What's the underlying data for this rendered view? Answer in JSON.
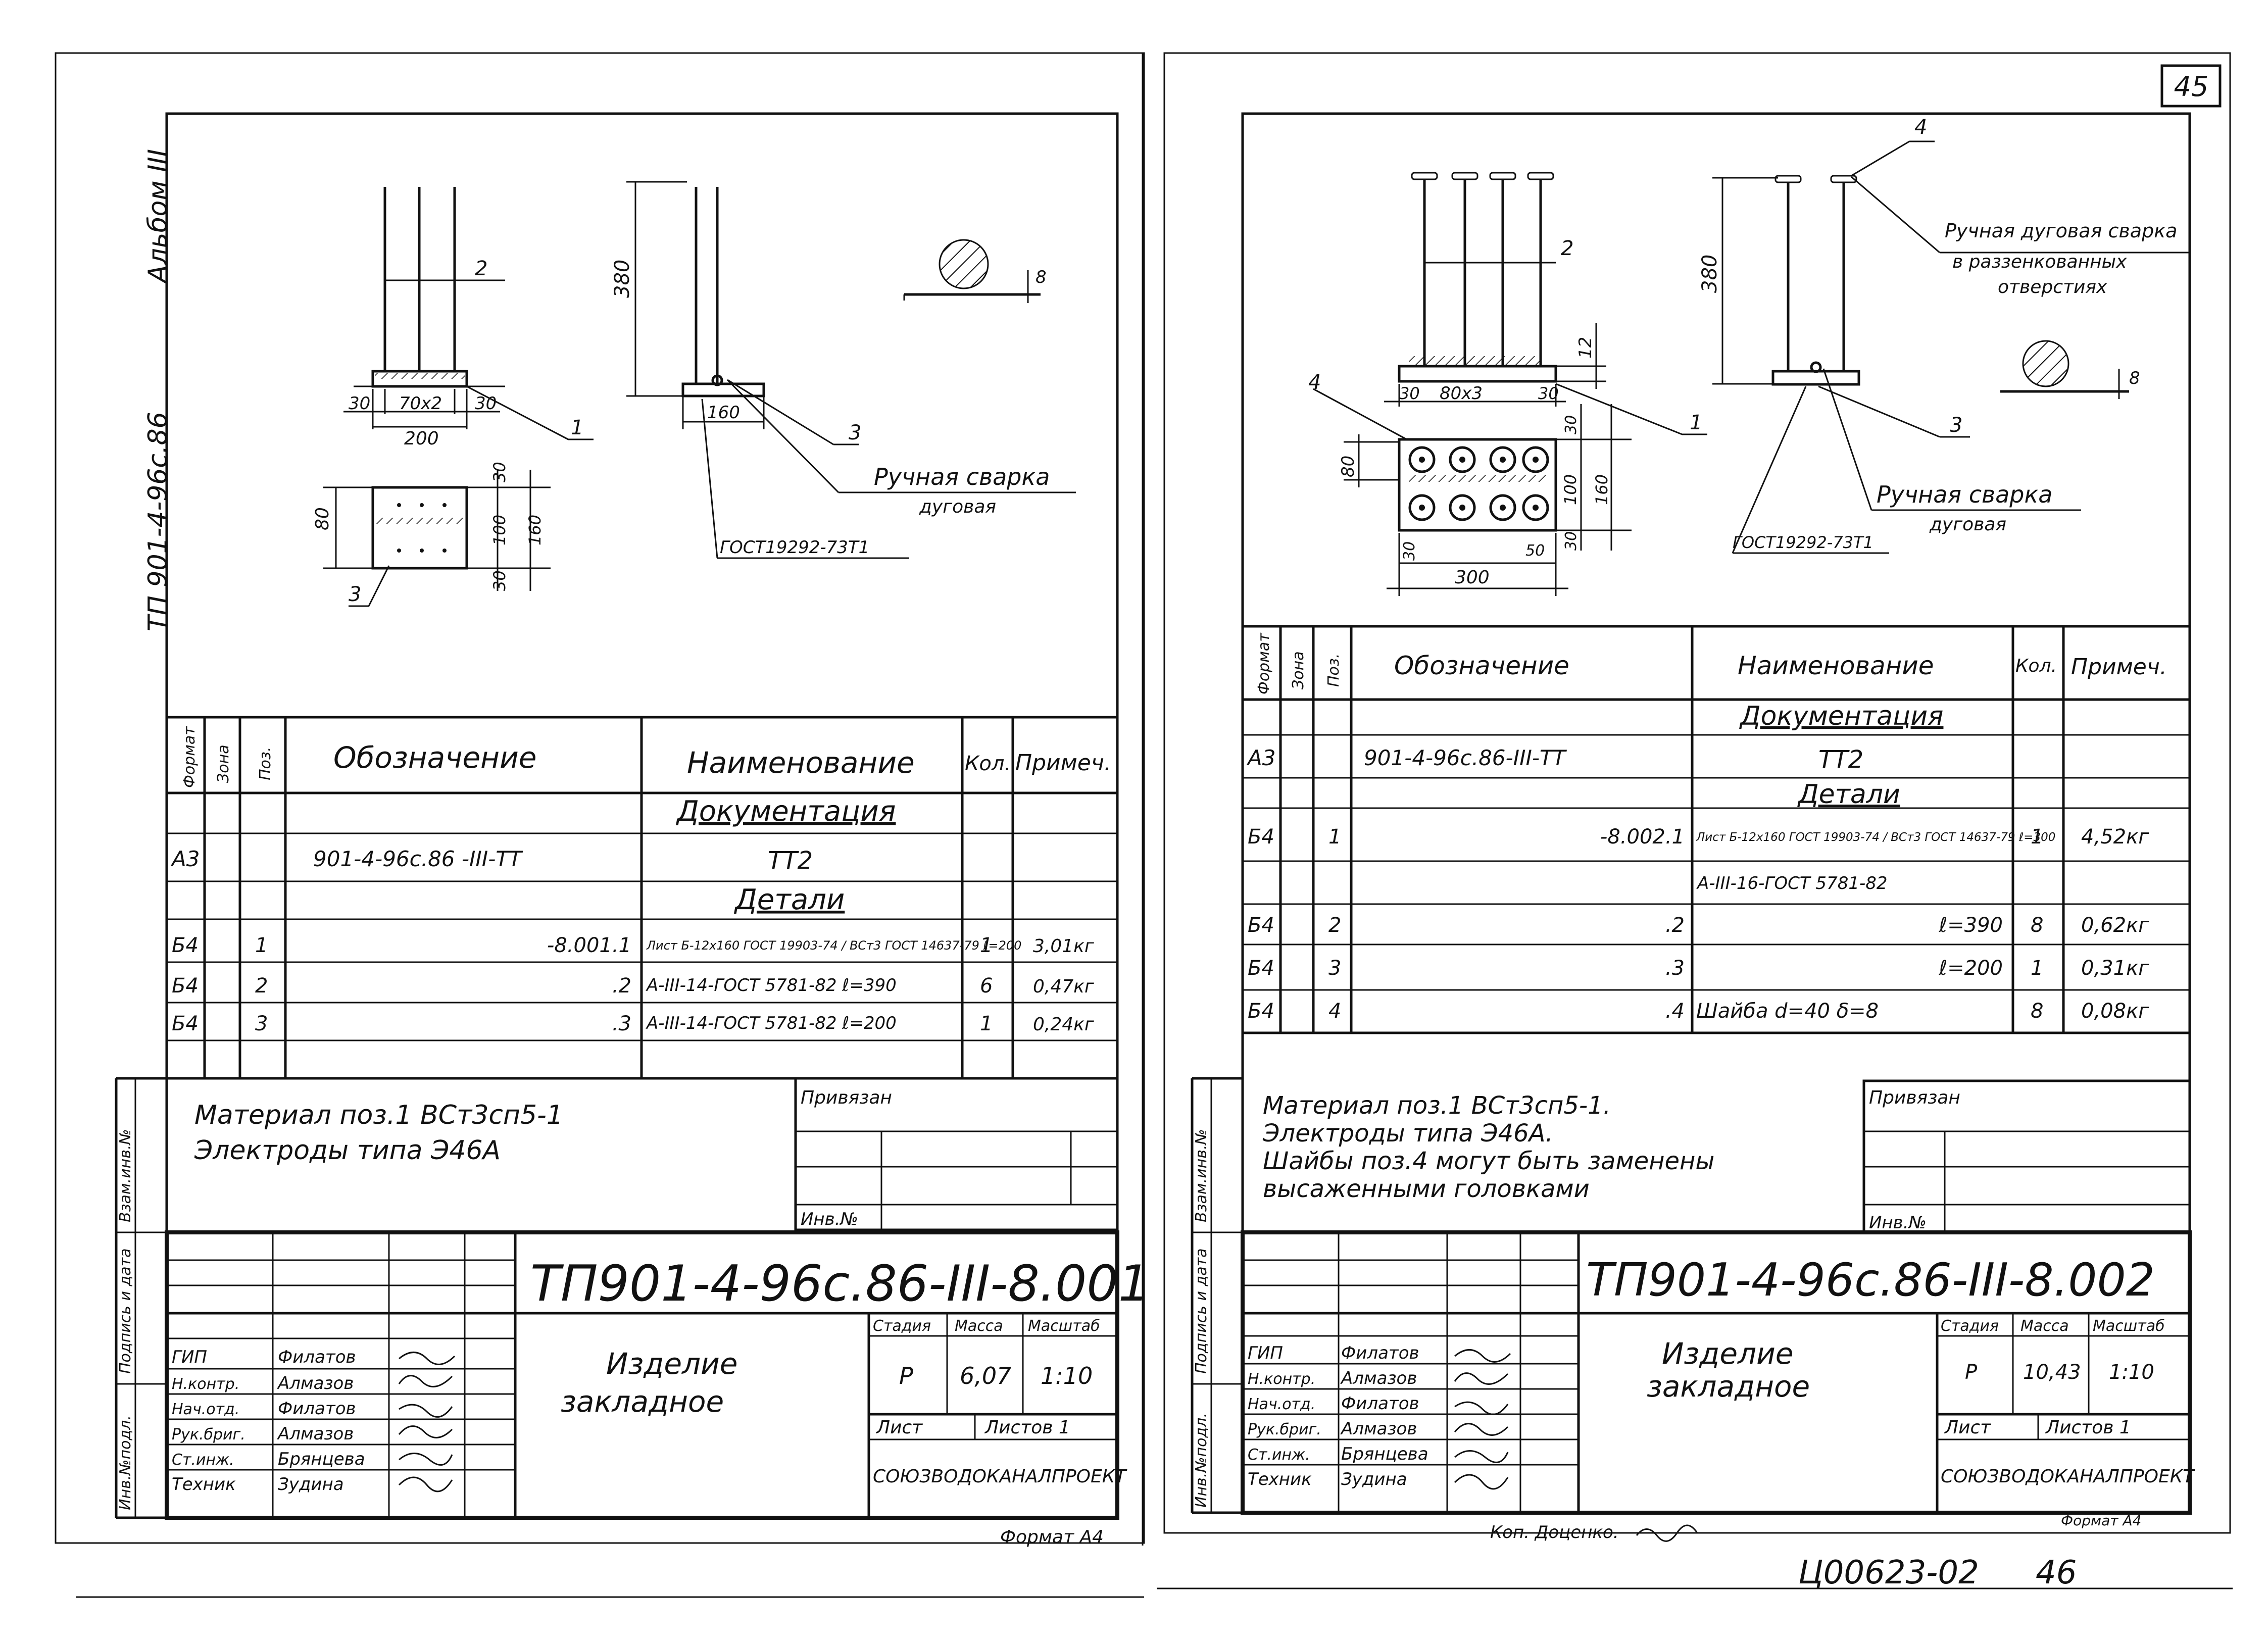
{
  "page_number": "45",
  "album_label": "Альбом III",
  "series_label": "ТП 901-4-96с.86",
  "left": {
    "drawing_labels": {
      "pos2": "2",
      "pos1": "1",
      "pos3": "3",
      "pos3b": "3",
      "dim_30a": "30",
      "dim_70x2": "70x2",
      "dim_30b": "30",
      "dim_200": "200",
      "dim_380": "380",
      "dim_160": "160",
      "dim_80": "80",
      "dim_100": "100",
      "dim_160v": "160",
      "dim_30c": "30",
      "dim_30d": "30",
      "weld_8": "8",
      "weld_note": "Ручная сварка",
      "weld_note2": "дуговая",
      "gost_label": "ГОСТ19292-73Т1"
    },
    "table": {
      "headers": {
        "format": "Формат",
        "zone": "Зона",
        "pos": "Поз.",
        "designation": "Обозначение",
        "name": "Наименование",
        "qty": "Кол.",
        "note": "Примеч."
      },
      "section_docs": "Документация",
      "doc_row": {
        "format": "А3",
        "designation": "901-4-96с.86 -III-ТТ",
        "name": "ТТ2"
      },
      "section_parts": "Детали",
      "rows": [
        {
          "format": "Б4",
          "pos": "1",
          "designation": "-8.001.1",
          "name": "Лист Б-12х160 ГОСТ 19903-74 / ВСт3 ГОСТ 14637-79 ℓ=200",
          "qty": "1",
          "note": "3,01кг"
        },
        {
          "format": "Б4",
          "pos": "2",
          "designation": ".2",
          "name": "А-III-14-ГОСТ 5781-82 ℓ=390",
          "qty": "6",
          "note": "0,47кг"
        },
        {
          "format": "Б4",
          "pos": "3",
          "designation": ".3",
          "name": "А-III-14-ГОСТ 5781-82 ℓ=200",
          "qty": "1",
          "note": "0,24кг"
        }
      ]
    },
    "notes": [
      "Материал поз.1 ВСт3сп5-1",
      "Электроды типа Э46А"
    ],
    "privyazan": "Привязан",
    "inv_no": "Инв.№",
    "side_labels": [
      "Взам.инв.№",
      "Подпись и дата",
      "Инв.№подл."
    ],
    "stamp": {
      "code": "ТП901-4-96с.86-III-8.001",
      "title_line1": "Изделие",
      "title_line2": "закладное",
      "stage_label": "Стадия",
      "mass_label": "Масса",
      "scale_label": "Масштаб",
      "stage": "Р",
      "mass": "6,07",
      "scale": "1:10",
      "sheet_label": "Лист",
      "sheets_label": "Листов 1",
      "org": "СОЮЗВОДОКАНАЛПРОЕКТ",
      "people": [
        {
          "role": "ГИП",
          "name": "Филатов"
        },
        {
          "role": "Н.контр.",
          "name": "Алмазов"
        },
        {
          "role": "Нач.отд.",
          "name": "Филатов"
        },
        {
          "role": "Рук.бриг.",
          "name": "Алмазов"
        },
        {
          "role": "Ст.инж.",
          "name": "Брянцева"
        },
        {
          "role": "Техник",
          "name": "Зудина"
        }
      ]
    },
    "format": "Формат А4"
  },
  "right": {
    "drawing_labels": {
      "pos4top": "4",
      "pos2": "2",
      "pos4": "4",
      "pos1": "1",
      "pos3": "3",
      "dim_380": "380",
      "dim_12": "12",
      "dim_30a": "30",
      "dim_80x3": "80x3",
      "dim_30b": "30",
      "dim_80": "80",
      "dim_30c": "30",
      "dim_100": "100",
      "dim_160": "160",
      "dim_30d": "30",
      "dim_50": "50",
      "dim_30e": "30",
      "dim_300": "300",
      "weld_8": "8",
      "weld_top1": "Ручная дуговая сварка",
      "weld_top2": "в раззенкованных",
      "weld_top3": "отверстиях",
      "weld_note": "Ручная сварка",
      "weld_note2": "дуговая",
      "gost_label": "ГОСТ19292-73Т1"
    },
    "table": {
      "headers": {
        "format": "Формат",
        "zone": "Зона",
        "pos": "Поз.",
        "designation": "Обозначение",
        "name": "Наименование",
        "qty": "Кол.",
        "note": "Примеч."
      },
      "section_docs": "Документация",
      "doc_row": {
        "format": "А3",
        "designation": "901-4-96с.86-III-ТТ",
        "name": "ТТ2"
      },
      "section_parts": "Детали",
      "rows": [
        {
          "format": "Б4",
          "pos": "1",
          "designation": "-8.002.1",
          "name": "Лист Б-12х160 ГОСТ 19903-74 / ВСт3 ГОСТ 14637-79 ℓ=300",
          "qty": "1",
          "note": "4,52кг"
        },
        {
          "format": "",
          "pos": "",
          "designation": "",
          "name": "А-III-16-ГОСТ 5781-82",
          "qty": "",
          "note": ""
        },
        {
          "format": "Б4",
          "pos": "2",
          "designation": ".2",
          "name": "ℓ=390",
          "qty": "8",
          "note": "0,62кг"
        },
        {
          "format": "Б4",
          "pos": "3",
          "designation": ".3",
          "name": "ℓ=200",
          "qty": "1",
          "note": "0,31кг"
        },
        {
          "format": "Б4",
          "pos": "4",
          "designation": ".4",
          "name": "Шайба d=40 δ=8",
          "qty": "8",
          "note": "0,08кг"
        }
      ]
    },
    "notes": [
      "Материал поз.1 ВСт3сп5-1.",
      "Электроды типа Э46А.",
      "Шайбы поз.4 могут быть заменены",
      "высаженными головками"
    ],
    "privyazan": "Привязан",
    "inv_no": "Инв.№",
    "side_labels": [
      "Взам.инв.№",
      "Подпись и дата",
      "Инв.№подл."
    ],
    "stamp": {
      "code": "ТП901-4-96с.86-III-8.002",
      "title_line1": "Изделие",
      "title_line2": "закладное",
      "stage_label": "Стадия",
      "mass_label": "Масса",
      "scale_label": "Масштаб",
      "stage": "Р",
      "mass": "10,43",
      "scale": "1:10",
      "sheet_label": "Лист",
      "sheets_label": "Листов 1",
      "org": "СОЮЗВОДОКАНАЛПРОЕКТ",
      "people": [
        {
          "role": "ГИП",
          "name": "Филатов"
        },
        {
          "role": "Н.контр.",
          "name": "Алмазов"
        },
        {
          "role": "Нач.отд.",
          "name": "Филатов"
        },
        {
          "role": "Рук.бриг.",
          "name": "Алмазов"
        },
        {
          "role": "Ст.инж.",
          "name": "Брянцева"
        },
        {
          "role": "Техник",
          "name": "Зудина"
        }
      ]
    },
    "copied_by": "Коп. Доценко.",
    "format": "Формат А4"
  },
  "bottom_handwritten": "Ц00623-02",
  "bottom_page": "46"
}
